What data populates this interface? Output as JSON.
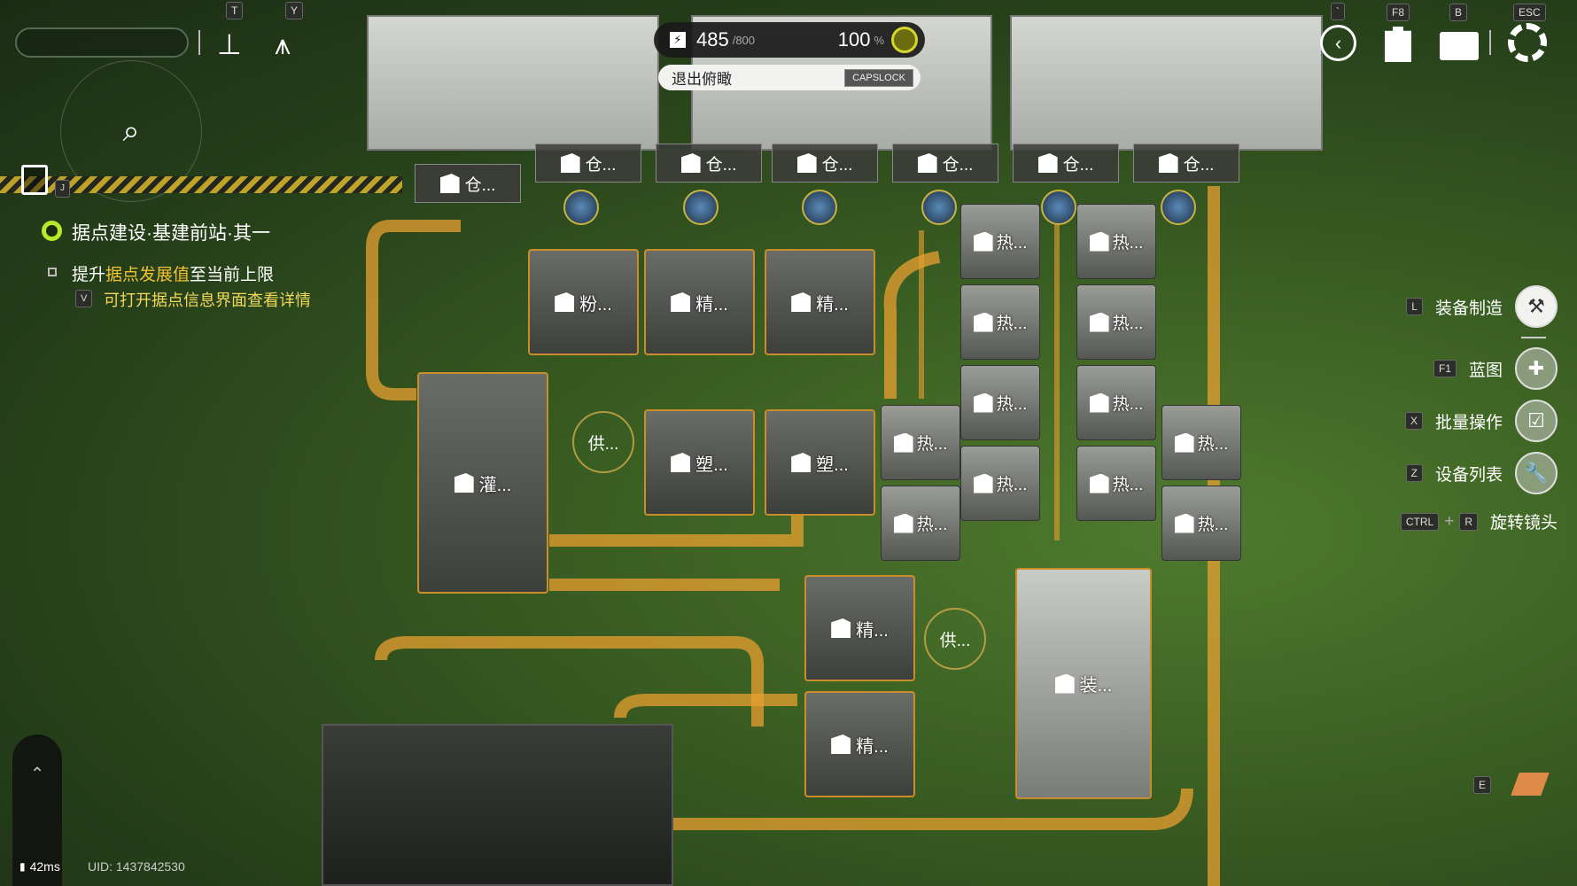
{
  "hud": {
    "power_value": "485",
    "power_max": "/800",
    "percent_value": "100",
    "percent_sign": "%",
    "exit_label": "退出俯瞰",
    "exit_key": "CAPSLOCK",
    "key_t": "T",
    "key_y": "Y",
    "key_j": "J",
    "key_backtick": "`",
    "key_f8": "F8",
    "key_b": "B",
    "key_esc": "ESC",
    "key_e": "E"
  },
  "quest": {
    "title": "据点建设·基建前站·其一",
    "objective_prefix": "提升",
    "objective_highlight": "据点发展值",
    "objective_suffix": "至当前上限",
    "hint_key": "V",
    "hint": "可打开据点信息界面查看详情"
  },
  "side_menu": [
    {
      "key": "L",
      "label": "装备制造"
    },
    {
      "key": "F1",
      "label": "蓝图"
    },
    {
      "key": "X",
      "label": "批量操作"
    },
    {
      "key": "Z",
      "label": "设备列表"
    }
  ],
  "rotate": {
    "key1": "CTRL",
    "plus": "+",
    "key2": "R",
    "label": "旋转镜头"
  },
  "status": {
    "ping": "42ms",
    "uid": "UID: 1437842530"
  },
  "map": {
    "warehouses": [
      "仓...",
      "仓...",
      "仓...",
      "仓...",
      "仓...",
      "仓...",
      "仓..."
    ],
    "machines": {
      "grinder": "粉...",
      "refiner": "精...",
      "filler": "灌...",
      "supply": "供...",
      "molder": "塑...",
      "heater": "热...",
      "assembler": "装..."
    }
  },
  "colors": {
    "accent": "#e8a030",
    "quest_green": "#b6e82c",
    "highlight": "#f1c232"
  }
}
